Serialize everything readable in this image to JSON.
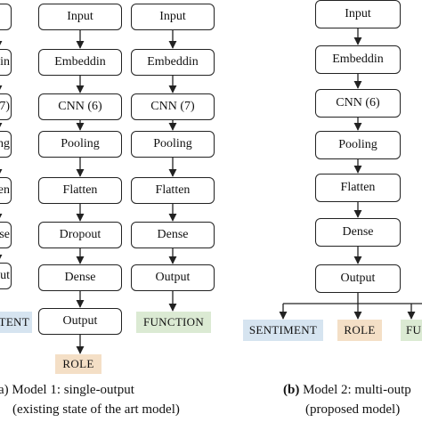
{
  "model1": {
    "col1": [
      "",
      "ddin",
      "(7)",
      "ling",
      "ten",
      "nse",
      "put"
    ],
    "col2": [
      "Input",
      "Embeddin",
      "CNN (6)",
      "Pooling",
      "Flatten",
      "Dropout",
      "Dense",
      "Output"
    ],
    "col3": [
      "Input",
      "Embeddin",
      "CNN (7)",
      "Pooling",
      "Flatten",
      "Dense",
      "Output"
    ],
    "outputs": {
      "sentiment": "NTENT",
      "role": "ROLE",
      "function": "FUNCTION"
    },
    "caption_label": "a) Model 1: single-output",
    "caption_sub": "(existing state of the art model)"
  },
  "model2": {
    "col": [
      "Input",
      "Embeddin",
      "CNN (6)",
      "Pooling",
      "Flatten",
      "Dense",
      "Output"
    ],
    "outputs": {
      "sentiment": "SENTIMENT",
      "role": "ROLE",
      "function": "FU"
    },
    "caption_mark": "(b)",
    "caption_label": "Model 2: multi-outp",
    "caption_sub": "(proposed model)"
  },
  "colors": {
    "blue_tag": "#d6e4f0",
    "orange_tag": "#f4dfc6",
    "green_tag": "#dbead3",
    "border": "#222222"
  }
}
